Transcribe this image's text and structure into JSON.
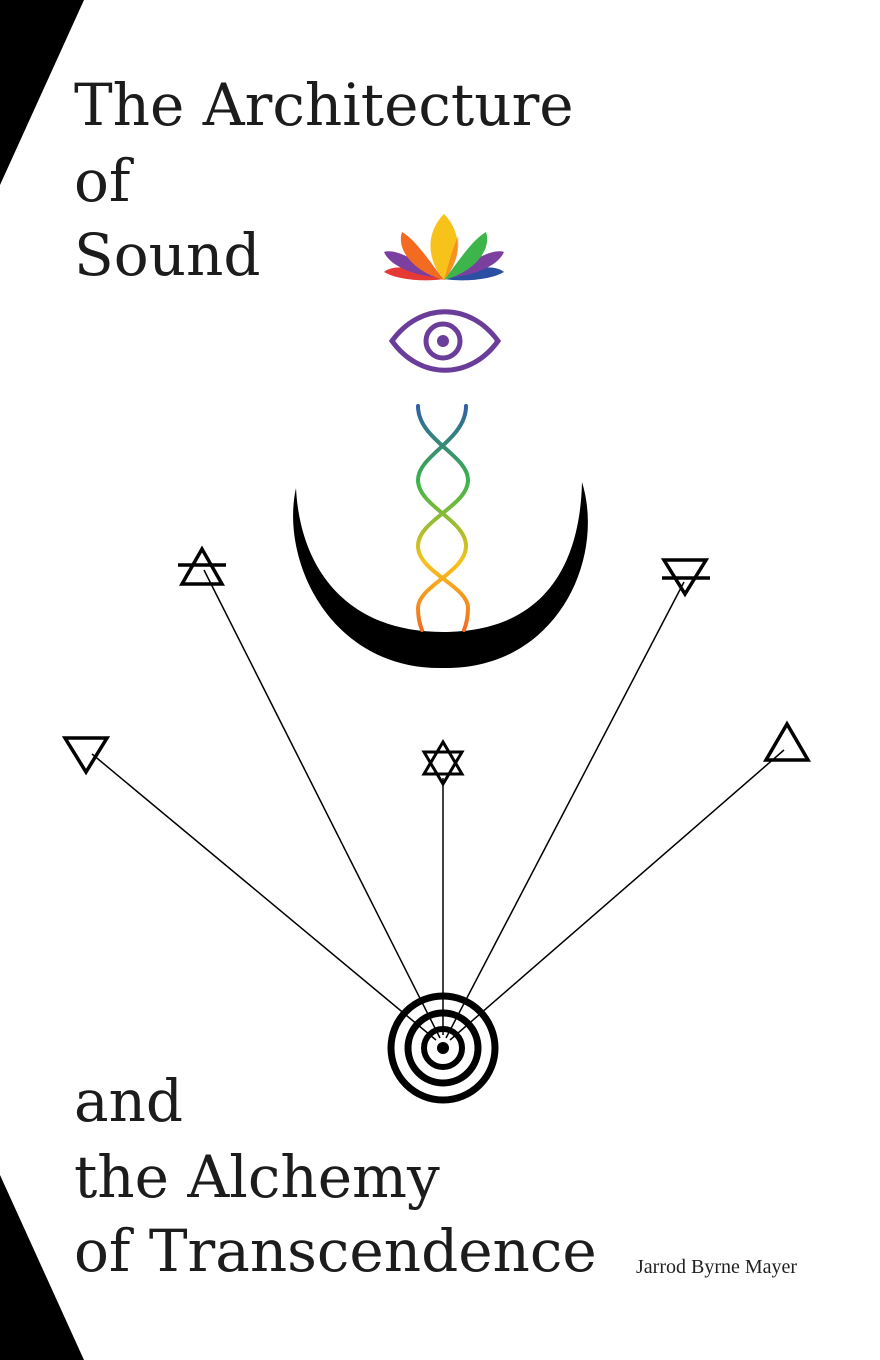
{
  "cover": {
    "title_lines": [
      "The Architecture",
      "of",
      "Sound"
    ],
    "subtitle_lines": [
      "and",
      "the Alchemy",
      "of Transcendence"
    ],
    "author": "Jarrod Byrne Mayer"
  },
  "colors": {
    "ink": "#000000",
    "text": "#1c1c1c",
    "background": "#ffffff",
    "eye": "#6a3d9a",
    "lotus": [
      "#7b3fa0",
      "#e53935",
      "#f26b21",
      "#f7c31b",
      "#3db54a",
      "#2b4fa2"
    ],
    "helix_gradient": [
      "#2f5fa6",
      "#3db54a",
      "#f7c31b",
      "#f26b21"
    ]
  },
  "icons": [
    "lotus-icon",
    "eye-icon",
    "dna-helix-icon",
    "crescent-moon-icon",
    "air-symbol-icon",
    "earth-symbol-icon",
    "water-symbol-icon",
    "fire-symbol-icon",
    "hexagram-icon",
    "concentric-circles-icon"
  ]
}
